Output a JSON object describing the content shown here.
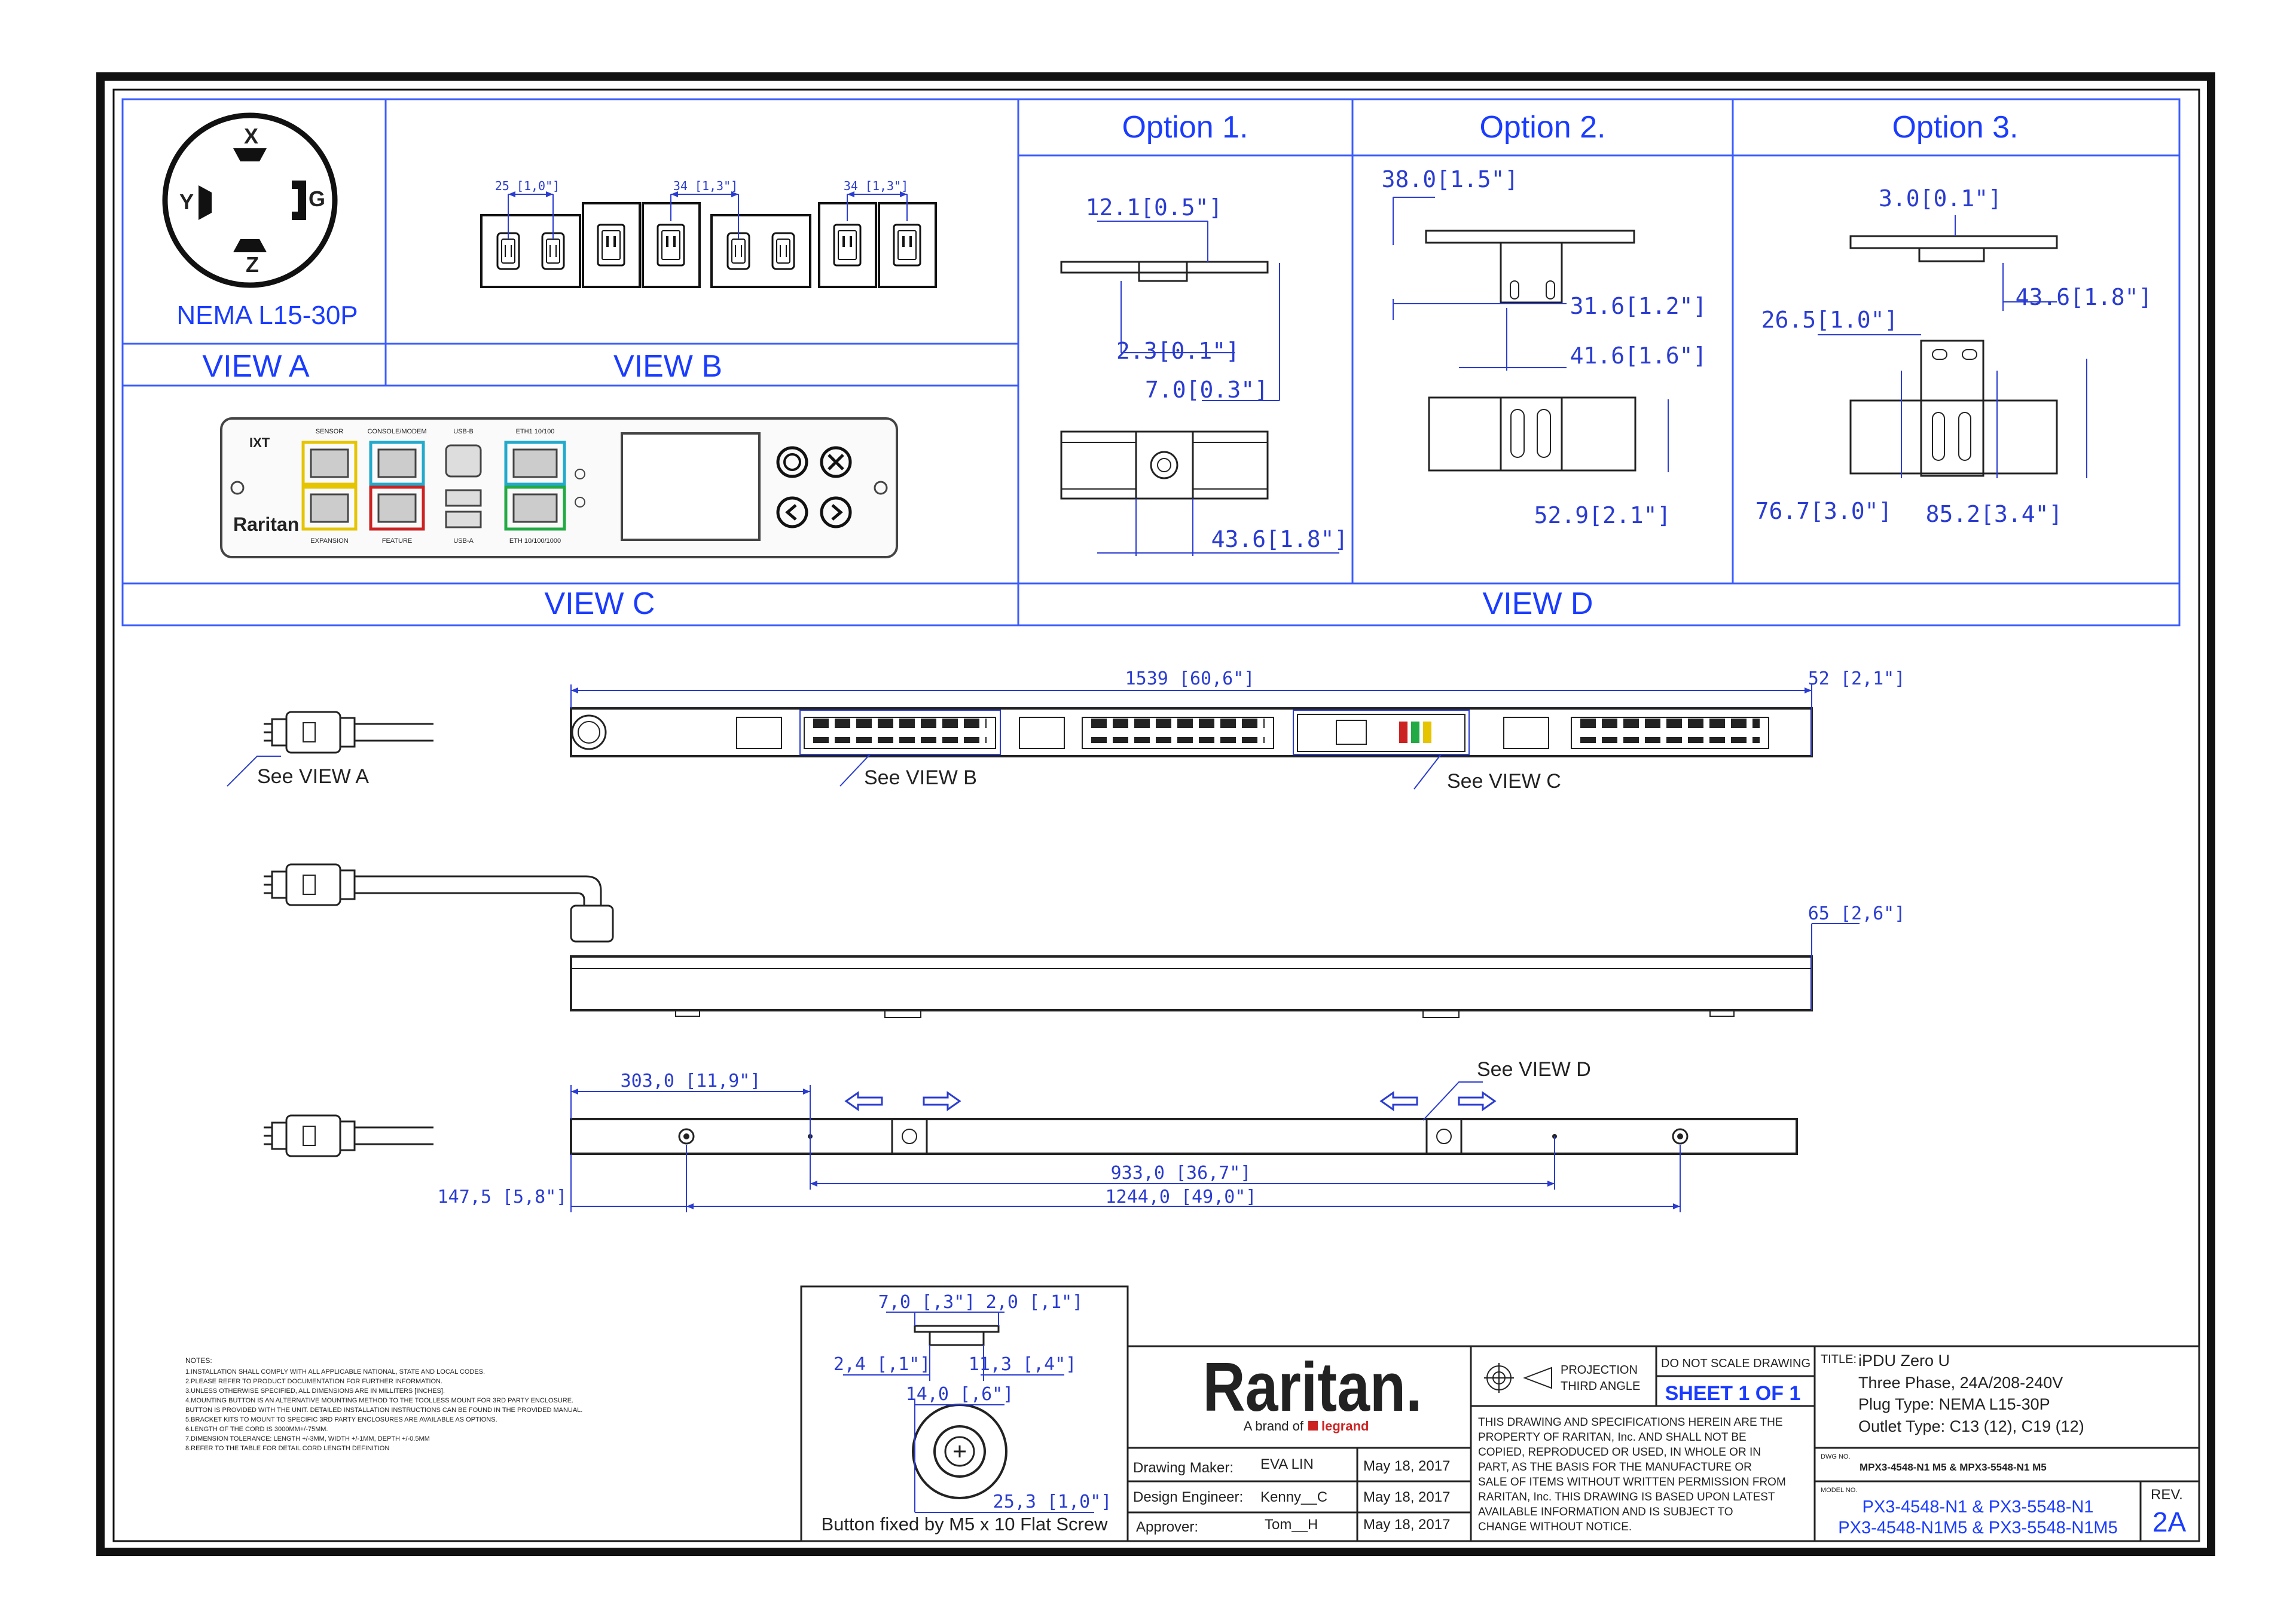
{
  "views": {
    "view_a": "VIEW A",
    "view_b": "VIEW B",
    "view_c": "VIEW C",
    "view_d": "VIEW D",
    "nema": "NEMA L15-30P",
    "plug_pins": [
      "X",
      "Y",
      "G",
      "Z"
    ]
  },
  "view_b_dims": [
    "25 [1,0\"]",
    "34 [1,3\"]",
    "34 [1,3\"]"
  ],
  "options": {
    "opt1": {
      "title": "Option 1.",
      "dims": [
        "12.1[0.5\"]",
        "2.3[0.1\"]",
        "7.0[0.3\"]",
        "43.6[1.8\"]"
      ]
    },
    "opt2": {
      "title": "Option  2.",
      "dims": [
        "38.0[1.5\"]",
        "31.6[1.2\"]",
        "41.6[1.6\"]",
        "52.9[2.1\"]"
      ]
    },
    "opt3": {
      "title": "Option 3.",
      "dims": [
        "3.0[0.1\"]",
        "43.6[1.8\"]",
        "26.5[1.0\"]",
        "76.7[3.0\"]",
        "85.2[3.4\"]"
      ]
    }
  },
  "view_c_panel": {
    "brand": "Raritan",
    "mark": "IXT",
    "port_labels": [
      "SENSOR",
      "CONSOLE/MODEM",
      "USB-B",
      "ETH1 10/100"
    ],
    "port_labels_bottom": [
      "EXPANSION",
      "FEATURE",
      "USB-A",
      "ETH 10/100/1000"
    ]
  },
  "unit_views": {
    "length": "1539  [60,6\"]",
    "width": "52  [2,1\"]",
    "depth": "65  [2,6\"]",
    "see_a": "See VIEW A",
    "see_b": "See VIEW B",
    "see_c": "See VIEW C",
    "see_d": "See VIEW D",
    "d303": "303,0  [11,9\"]",
    "d933": "933,0  [36,7\"]",
    "d1244": "1244,0  [49,0\"]",
    "d147": "147,5  [5,8\"]"
  },
  "button_detail": {
    "dims": [
      "7,0  [,3\"]",
      "2,0  [,1\"]",
      "2,4  [,1\"]",
      "11,3  [,4\"]",
      "14,0  [,6\"]",
      "25,3  [1,0\"]"
    ],
    "caption": "Button fixed by M5 x 10 Flat Screw"
  },
  "notes": [
    "NOTES:",
    "1.INSTALLATION SHALL COMPLY WITH ALL APPLICABLE NATIONAL, STATE AND LOCAL CODES.",
    "2.PLEASE REFER TO PRODUCT DOCUMENTATION FOR FURTHER INFORMATION.",
    "3.UNLESS OTHERWISE SPECIFIED, ALL DIMENSIONS ARE IN MILLITERS [INCHES].",
    "4.MOUNTING BUTTON IS AN ALTERNATIVE MOUNTING METHOD TO THE TOOLLESS MOUNT FOR 3RD PARTY ENCLOSURE.",
    "  BUTTON IS PROVIDED WITH THE UNIT. DETAILED INSTALLATION INSTRUCTIONS CAN BE FOUND IN THE PROVIDED MANUAL.",
    "5.BRACKET KITS TO MOUNT TO SPECIFIC 3RD PARTY ENCLOSURES ARE AVAILABLE AS OPTIONS.",
    "6.LENGTH OF THE CORD IS 3000MM+/-75MM.",
    "7.DIMENSION TOLERANCE: LENGTH +/-3MM, WIDTH +/-1MM, DEPTH +/-0.5MM",
    "8.REFER TO THE TABLE FOR DETAIL CORD LENGTH DEFINITION"
  ],
  "title_block": {
    "logo": "Raritan.",
    "tagline_prefix": "A brand of",
    "tagline_brand": "legrand",
    "rows": [
      {
        "role": "Drawing Maker:",
        "name": "EVA LIN",
        "date": "May 18, 2017"
      },
      {
        "role": "Design Engineer:",
        "name": "Kenny__C",
        "date": "May 18, 2017"
      },
      {
        "role": "Approver:",
        "name": "Tom__H",
        "date": "May 18, 2017"
      }
    ],
    "projection": [
      "PROJECTION",
      "THIRD ANGLE"
    ],
    "do_not_scale": "DO NOT SCALE DRAWING",
    "sheet": "SHEET 1 OF 1",
    "disclaimer": [
      "THIS DRAWING AND SPECIFICATIONS HEREIN ARE THE",
      "PROPERTY OF RARITAN, Inc. AND SHALL NOT BE",
      "COPIED, REPRODUCED OR USED, IN WHOLE OR IN",
      "PART, AS THE BASIS FOR THE MANUFACTURE OR",
      "SALE OF ITEMS WITHOUT WRITTEN PERMISSION FROM",
      "RARITAN, Inc. THIS DRAWING IS BASED UPON LATEST",
      "AVAILABLE INFORMATION AND IS SUBJECT TO",
      "CHANGE WITHOUT NOTICE."
    ],
    "title_label": "TITLE:",
    "title_lines": [
      "iPDU Zero U",
      "Three Phase, 24A/208-240V",
      "Plug Type: NEMA L15-30P",
      "Outlet Type: C13 (12), C19 (12)"
    ],
    "dwg_label": "DWG NO.",
    "dwg_no": "MPX3-4548-N1 M5 & MPX3-5548-N1 M5",
    "model_label": "MODEL NO.",
    "model_lines": [
      "PX3-4548-N1 & PX3-5548-N1",
      "PX3-4548-N1M5 & PX3-5548-N1M5"
    ],
    "rev_label": "REV.",
    "rev": "2A"
  }
}
